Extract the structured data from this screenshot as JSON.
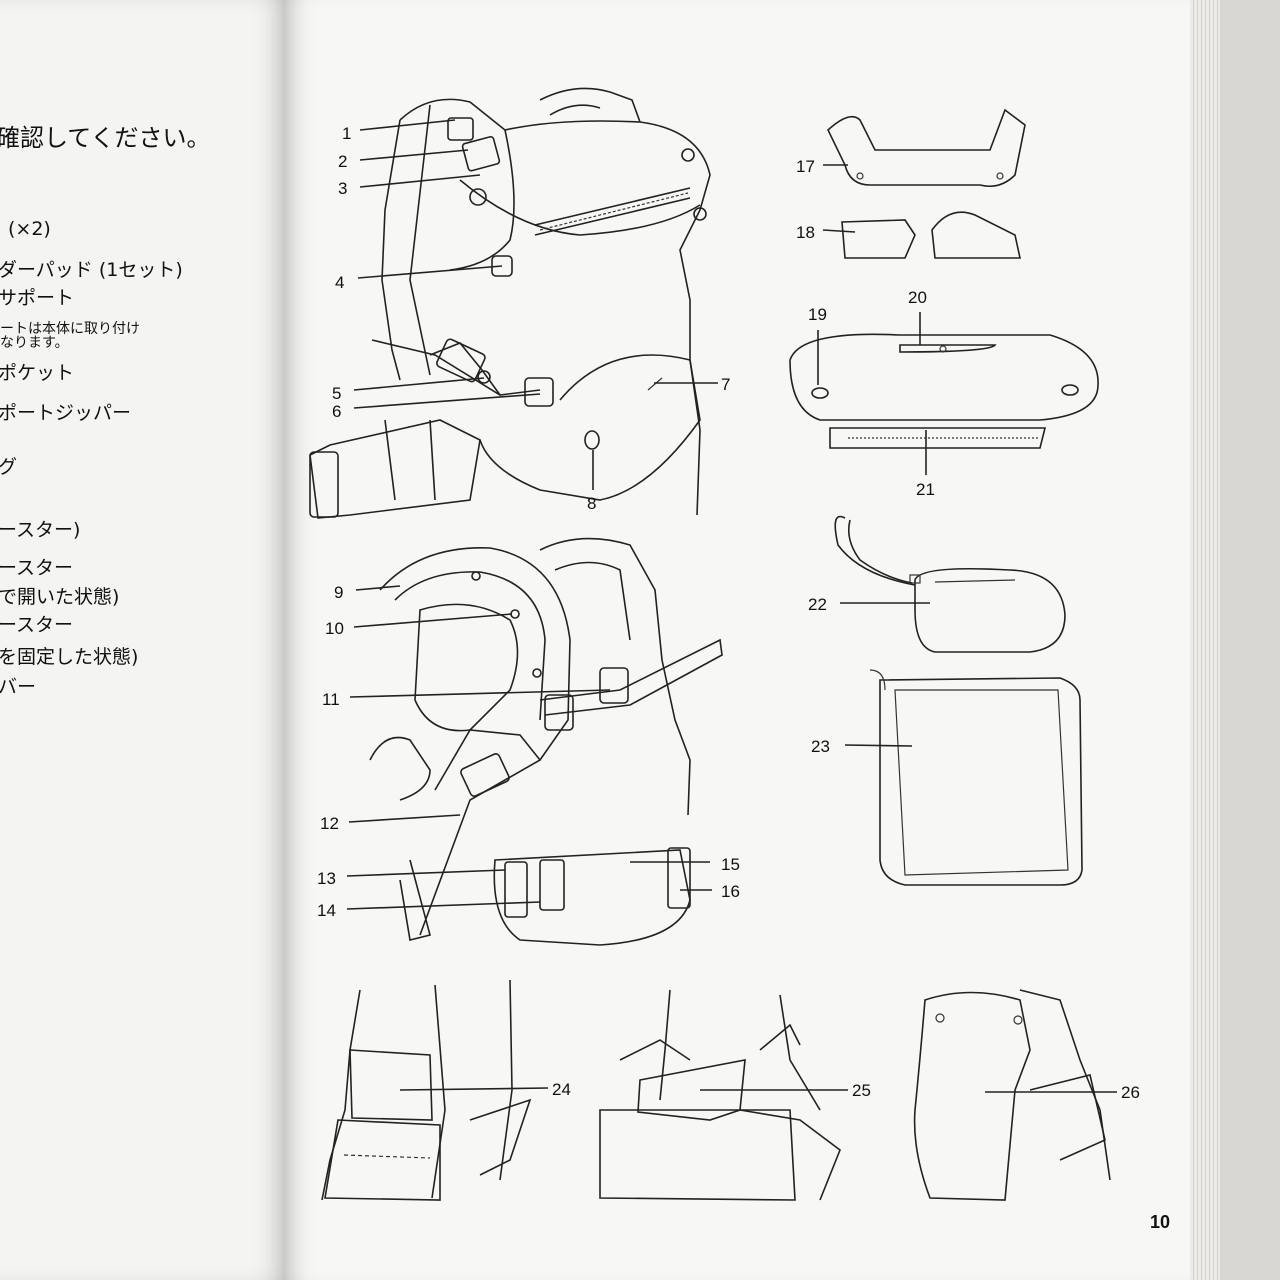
{
  "left_page": {
    "lines": [
      "確認してください。",
      "(×2)",
      "ダーパッド (1セット)",
      "サポート",
      "ートは本体に取り付け",
      "なります。",
      "ポケット",
      "ポートジッパー",
      "グ",
      "ースター)",
      "ースター",
      "で開いた状態)",
      "ースター",
      "を固定した状態)",
      "バー"
    ]
  },
  "callouts": [
    "1",
    "2",
    "3",
    "4",
    "5",
    "6",
    "7",
    "8",
    "9",
    "10",
    "11",
    "12",
    "13",
    "14",
    "15",
    "16",
    "17",
    "18",
    "19",
    "20",
    "21",
    "22",
    "23",
    "24",
    "25",
    "26"
  ],
  "page_number": "10",
  "colors": {
    "accessory_fill": "#e3d3ae",
    "line": "#222222",
    "paper": "#f7f7f5"
  }
}
